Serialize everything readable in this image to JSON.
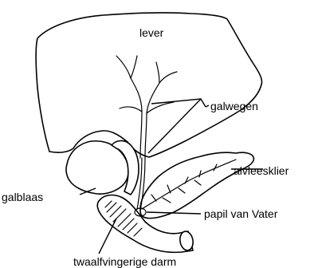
{
  "labels": {
    "liver": "lever",
    "bile_ducts": "galwegen",
    "pancreas": "alvleesklier",
    "gallbladder": "galblaas",
    "papilla": "papil van Vater",
    "duodenum": "twaalfvingerige darm"
  }
}
